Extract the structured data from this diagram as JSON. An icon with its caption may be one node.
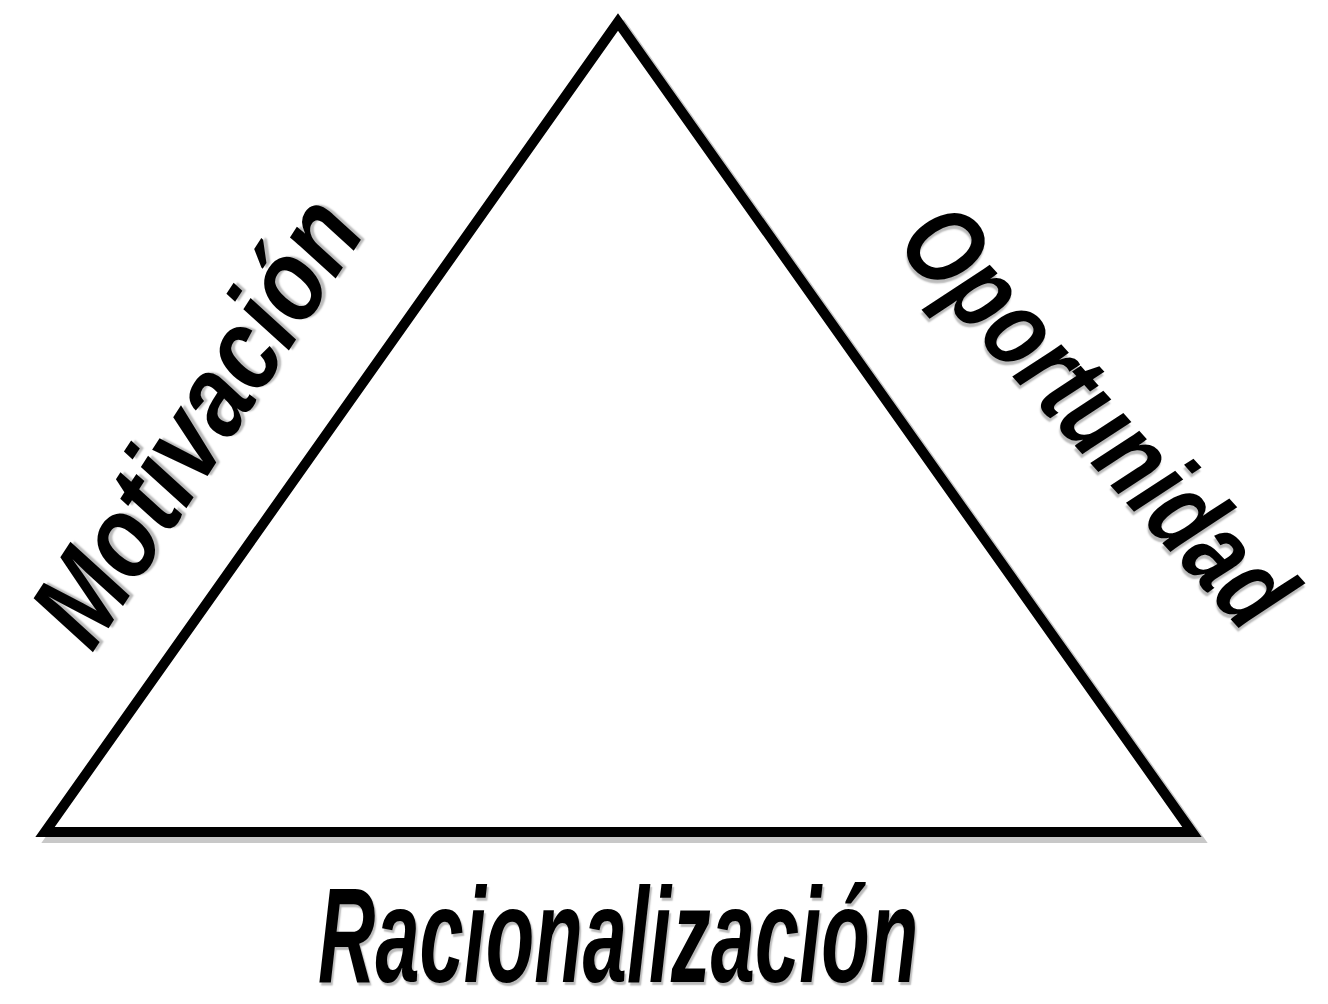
{
  "diagram": {
    "labels": [
      "Motivación",
      "Oportunidad",
      "Racionalización"
    ]
  }
}
